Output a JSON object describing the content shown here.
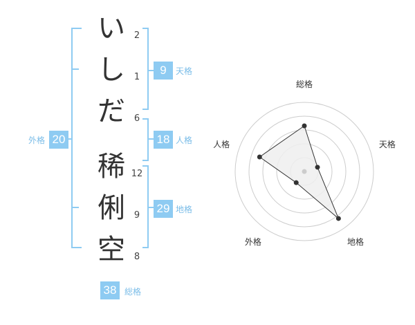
{
  "characters": [
    {
      "char": "い",
      "strokes": "2"
    },
    {
      "char": "し",
      "strokes": "1"
    },
    {
      "char": "だ",
      "strokes": "6"
    },
    {
      "char": "稀",
      "strokes": "12"
    },
    {
      "char": "俐",
      "strokes": "9"
    },
    {
      "char": "空",
      "strokes": "8"
    }
  ],
  "kakusu": {
    "tenkaku": {
      "value": "9",
      "label": "天格"
    },
    "jinkaku": {
      "value": "18",
      "label": "人格"
    },
    "chikaku": {
      "value": "29",
      "label": "地格"
    },
    "gaikaku": {
      "value": "20",
      "label": "外格"
    },
    "soukaku": {
      "value": "38",
      "label": "総格"
    }
  },
  "chart_data": {
    "type": "radar",
    "axes": [
      "総格",
      "天格",
      "地格",
      "外格",
      "人格"
    ],
    "series": [
      {
        "values": [
          3.3,
          1,
          4.2,
          1,
          3.4
        ]
      }
    ],
    "range": [
      0,
      5
    ],
    "rings": 5,
    "colors": {
      "fill": "#efefef",
      "line": "#333333",
      "grid": "#cccccc"
    }
  }
}
